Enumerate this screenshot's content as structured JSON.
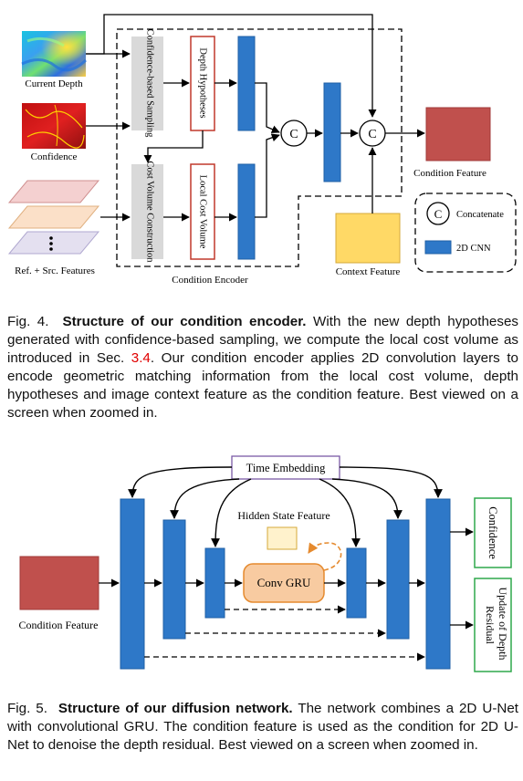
{
  "figure4": {
    "inputs": {
      "current_depth": "Current Depth",
      "confidence": "Confidence",
      "features": "Ref. + Src. Features"
    },
    "blocks": {
      "confidence_sampling": "Confidence-based Sampling",
      "depth_hypotheses": "Depth Hypotheses",
      "cost_volume_construction": "Cost Volume Construction",
      "local_cost_volume": "Local Cost Volume"
    },
    "concat_symbol": "C",
    "encoder_label": "Condition Encoder",
    "context_feature": "Context Feature",
    "condition_feature": "Condition Feature",
    "legend": {
      "concatenate": "Concatenate",
      "cnn": "2D CNN"
    },
    "caption": {
      "number": "Fig. 4.",
      "title": "Structure of our condition encoder.",
      "text_before_ref": "With the new depth hypotheses generated with confidence-based sampling, we compute the local cost volume as introduced in Sec.",
      "ref": "3.4",
      "text_after_ref": ". Our condition encoder applies 2D convolution layers to encode geometric matching information from the local cost volume, depth hypotheses and image context feature as the condition feature. Best viewed on a screen when zoomed in."
    }
  },
  "figure5": {
    "time_embedding": "Time Embedding",
    "hidden_state": "Hidden State Feature",
    "conv_gru": "Conv GRU",
    "condition_feature": "Condition Feature",
    "confidence_output": "Confidence",
    "depth_output": "Update of Depth Residual",
    "caption": {
      "number": "Fig. 5.",
      "title": "Structure of our diffusion network.",
      "text": "The network combines a 2D U-Net with convolutional GRU. The condition feature is used as the condition for 2D U-Net to denoise the depth residual. Best viewed on a screen when zoomed in."
    }
  },
  "colors": {
    "cnn_blue": "#2e78c8",
    "cnn_blue_border": "#1f5fa6",
    "gray_block": "#d9d9d9",
    "red_border": "#c0392b",
    "condition_red": "#c0504d",
    "context_yellow": "#ffd966",
    "gru_orange": "#f8cba1",
    "gru_border": "#e58a2e",
    "time_embed_border": "#7b5aa6",
    "output_green": "#2ea84b",
    "ref_red": "#e00000"
  }
}
